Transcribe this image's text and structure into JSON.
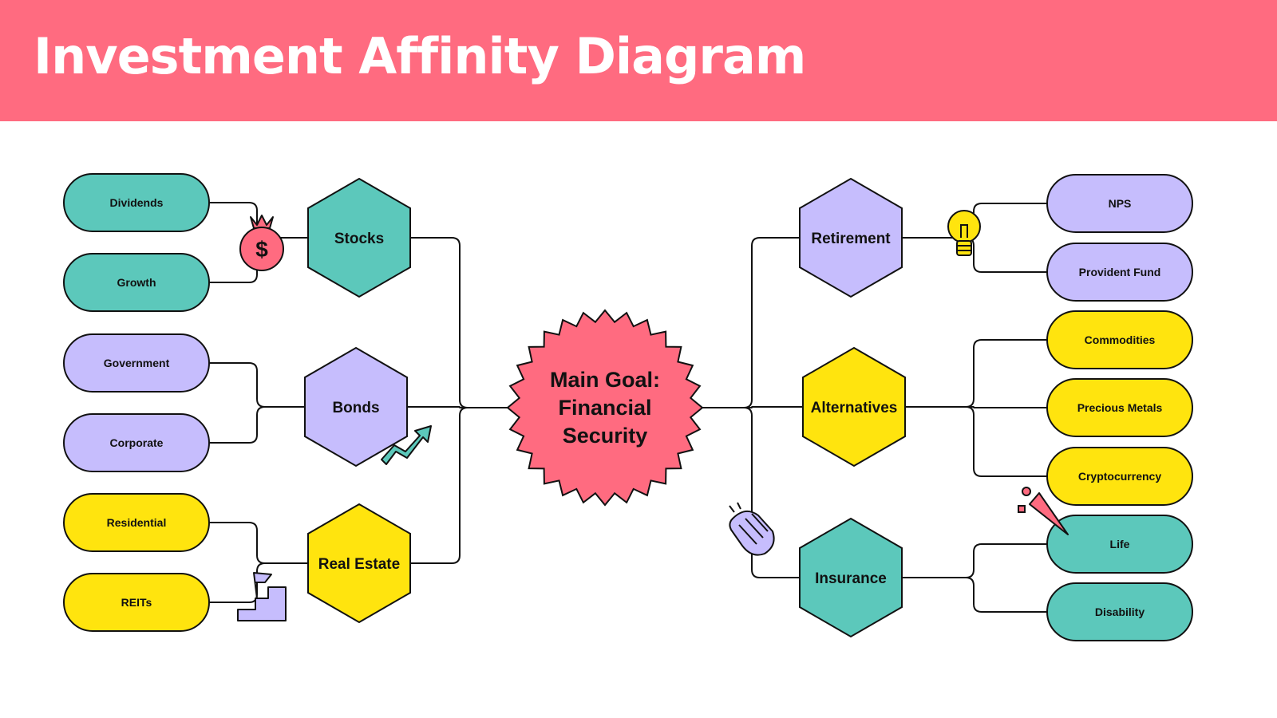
{
  "title": "Investment Affinity Diagram",
  "colors": {
    "header": "#ff6b80",
    "teal": "#5cc8bb",
    "purple": "#c6bdfd",
    "yellow": "#ffe40e",
    "red": "#ff6b80"
  },
  "center": {
    "lines": [
      "Main Goal:",
      "Financial",
      "Security"
    ]
  },
  "categories": [
    {
      "id": "stocks",
      "label": "Stocks",
      "color": "teal",
      "items": [
        "Dividends",
        "Growth"
      ]
    },
    {
      "id": "bonds",
      "label": "Bonds",
      "color": "purple",
      "items": [
        "Government",
        "Corporate"
      ]
    },
    {
      "id": "real-estate",
      "label": "Real Estate",
      "color": "yellow",
      "items": [
        "Residential",
        "REITs"
      ]
    },
    {
      "id": "retirement",
      "label": "Retirement",
      "color": "purple",
      "items": [
        "NPS",
        "Provident Fund"
      ]
    },
    {
      "id": "alternatives",
      "label": "Alternatives",
      "color": "yellow",
      "items": [
        "Commodities",
        "Precious Metals",
        "Cryptocurrency"
      ]
    },
    {
      "id": "insurance",
      "label": "Insurance",
      "color": "teal",
      "items": [
        "Life",
        "Disability"
      ]
    }
  ],
  "stickers": [
    "money-bag-icon",
    "trend-arrow-icon",
    "stairs-flag-icon",
    "lightbulb-icon",
    "clapping-hands-icon",
    "party-popper-icon"
  ]
}
